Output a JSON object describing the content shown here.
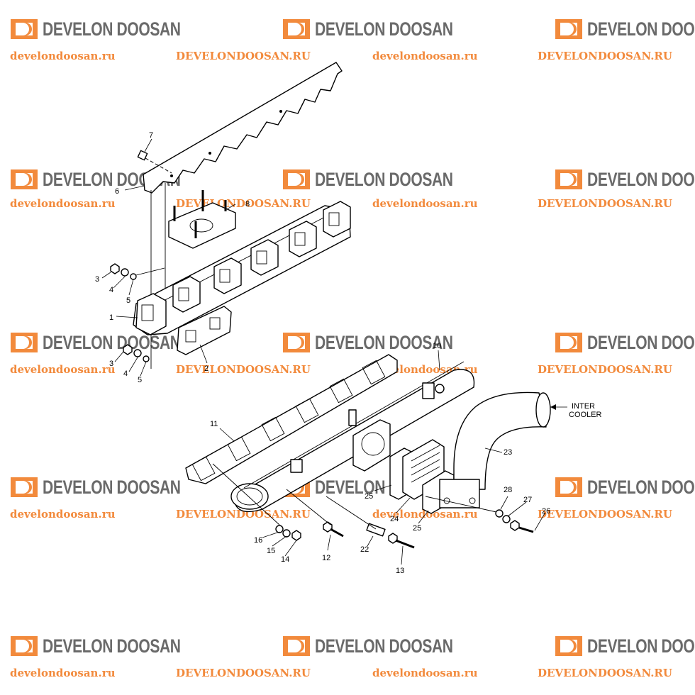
{
  "watermark": {
    "brand": "DEVELON DOOSAN",
    "site_lower": "develondoosan.ru",
    "site_upper": "DEVELONDOOSAN.RU",
    "brand_color": "#f28a3c",
    "text_color": "#6a6a6a"
  },
  "annotation": {
    "line1": "INTER",
    "line2": "COOLER"
  },
  "callouts": {
    "c1": "1",
    "c2": "2",
    "c3a": "3",
    "c3b": "3",
    "c4a": "4",
    "c4b": "4",
    "c5a": "5",
    "c5b": "5",
    "c6": "6",
    "c7": "7",
    "c8": "8",
    "c10": "10",
    "c11": "11",
    "c12": "12",
    "c13": "13",
    "c14": "14",
    "c15": "15",
    "c16": "16",
    "c22": "22",
    "c23": "23",
    "c24": "24",
    "c25a": "25",
    "c25b": "25",
    "c26": "26",
    "c27": "27",
    "c28": "28"
  }
}
